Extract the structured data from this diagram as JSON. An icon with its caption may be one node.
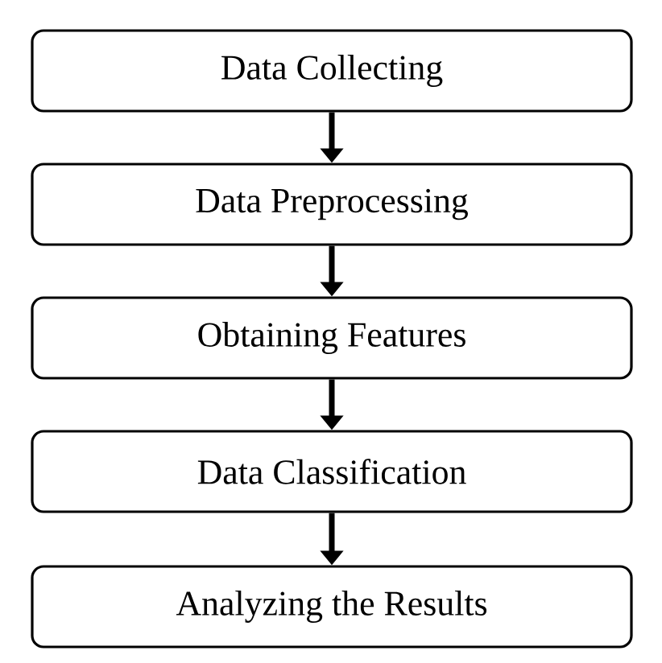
{
  "diagram": {
    "nodes": [
      {
        "text": [
          "Data Collecting"
        ]
      },
      {
        "text": [
          "Data Preprocessing"
        ]
      },
      {
        "text": [
          "Obtaining Features"
        ]
      },
      {
        "text": [
          "Data Classification"
        ]
      },
      {
        "text": [
          "Analyzing the Results"
        ]
      }
    ],
    "edges": [
      {
        "from": 0,
        "to": 1,
        "arrow": "to"
      },
      {
        "from": 1,
        "to": 2,
        "arrow": "to"
      },
      {
        "from": 2,
        "to": 3,
        "arrow": "to"
      },
      {
        "from": 3,
        "to": 4,
        "arrow": "to"
      }
    ]
  }
}
